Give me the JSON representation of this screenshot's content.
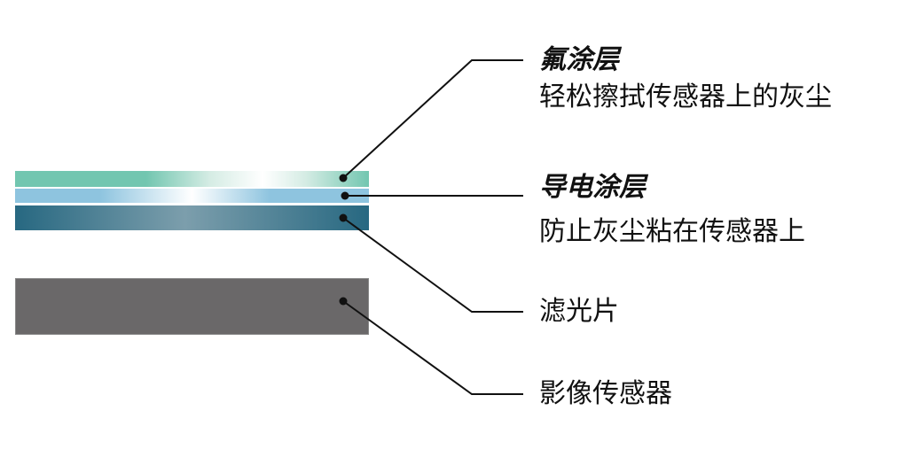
{
  "layers": [
    {
      "id": "fluorine-coating",
      "title": "氟涂层",
      "desc": "轻松擦拭传感器上的灰尘"
    },
    {
      "id": "conductive-coating",
      "title": "导电涂层",
      "desc": "防止灰尘粘在传感器上"
    },
    {
      "id": "filter",
      "title": "滤光片"
    },
    {
      "id": "image-sensor",
      "title": "影像传感器"
    }
  ]
}
